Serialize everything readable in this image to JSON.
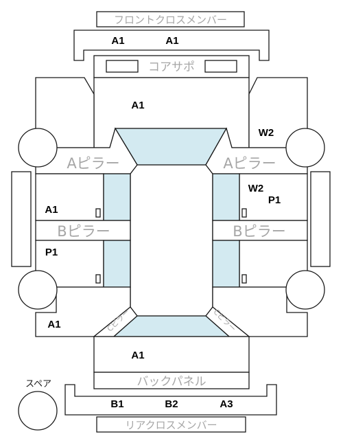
{
  "labels": {
    "front_cross_member": "フロントクロスメンバー",
    "core_support": "コアサポ",
    "a_pillar_left": "Aピラー",
    "a_pillar_right": "Aピラー",
    "b_pillar_left": "Bピラー",
    "b_pillar_right": "Bピラー",
    "c_pillar_left": "Cピラー",
    "c_pillar_right": "Cピラー",
    "back_panel": "バックパネル",
    "rear_cross_member": "リアクロスメンバー",
    "spare": "スペア"
  },
  "codes": {
    "front_cross_left": "A1",
    "front_cross_right": "A1",
    "hood": "A1",
    "right_front_fender": "W2",
    "right_front_door_top": "W2",
    "right_front_door_bottom": "P1",
    "left_front_door": "A1",
    "left_rear_door": "P1",
    "left_rear_quarter": "A1",
    "trunk": "A1",
    "rear_cross_left": "B1",
    "rear_cross_middle": "B2",
    "rear_cross_right": "A3"
  },
  "colors": {
    "glass": "#d3eaf1",
    "outline": "#1a1a1a",
    "gray_label": "#a6a6a6",
    "code_text": "#000000"
  }
}
